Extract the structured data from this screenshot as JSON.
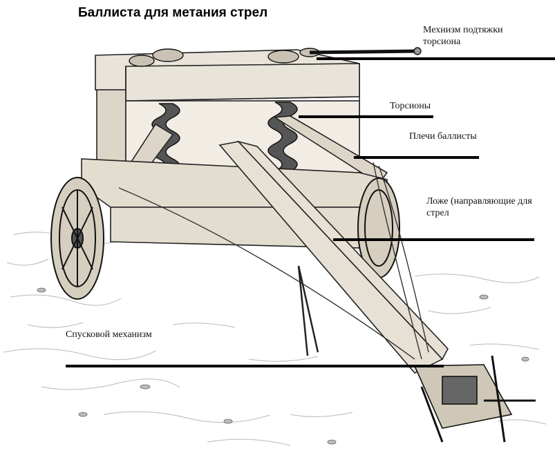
{
  "title": "Баллиста для метания стрел",
  "labels": {
    "tension_mechanism_line1": "Мехнизм подтяжки",
    "tension_mechanism_line2": "торсиона",
    "torsions": "Торсионы",
    "arms": "Плечи баллисты",
    "stock_line1": "Ложе (направляющие для",
    "stock_line2": "стрел",
    "trigger": "Спусковой механизм"
  }
}
